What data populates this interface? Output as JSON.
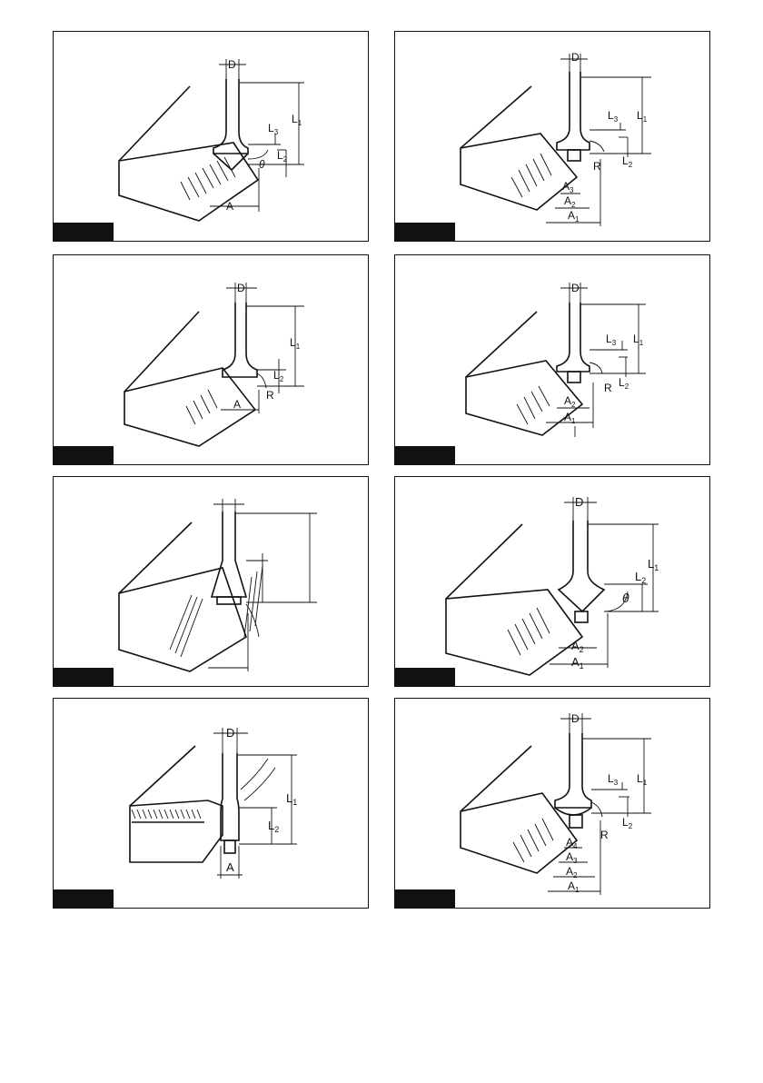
{
  "diagrams": [
    {
      "id": 1,
      "labels": {
        "d": "D",
        "l1": "L",
        "l1sub": "1",
        "l3": "L",
        "l3sub": "3",
        "l2": "L",
        "l2sub": "2",
        "theta": "θ",
        "a": "A"
      }
    },
    {
      "id": 2,
      "labels": {
        "d": "D",
        "l1": "L",
        "l1sub": "1",
        "l3": "L",
        "l3sub": "3",
        "l2": "L",
        "l2sub": "2",
        "r": "R",
        "a3": "A",
        "a3sub": "3",
        "a2": "A",
        "a2sub": "2",
        "a1": "A",
        "a1sub": "1"
      }
    },
    {
      "id": 3,
      "labels": {
        "d": "D",
        "l1": "L",
        "l1sub": "1",
        "l2": "L",
        "l2sub": "2",
        "r": "R",
        "a": "A"
      }
    },
    {
      "id": 4,
      "labels": {
        "d": "D",
        "l1": "L",
        "l1sub": "1",
        "l3": "L",
        "l3sub": "3",
        "l2": "L",
        "l2sub": "2",
        "r": "R",
        "a2": "A",
        "a2sub": "2",
        "a1": "A",
        "a1sub": "1"
      }
    },
    {
      "id": 5,
      "labels": {}
    },
    {
      "id": 6,
      "labels": {
        "d": "D",
        "l1": "L",
        "l1sub": "1",
        "l2": "L",
        "l2sub": "2",
        "theta": "θ",
        "a2": "A",
        "a2sub": "2",
        "a1": "A",
        "a1sub": "1"
      }
    },
    {
      "id": 7,
      "labels": {
        "d": "D",
        "l1": "L",
        "l1sub": "1",
        "l2": "L",
        "l2sub": "2",
        "a": "A"
      }
    },
    {
      "id": 8,
      "labels": {
        "d": "D",
        "l1": "L",
        "l1sub": "1",
        "l3": "L",
        "l3sub": "3",
        "l2": "L",
        "l2sub": "2",
        "r": "R",
        "a4": "A",
        "a4sub": "4",
        "a3": "A",
        "a3sub": "3",
        "a2": "A",
        "a2sub": "2",
        "a1": "A",
        "a1sub": "1"
      }
    }
  ]
}
